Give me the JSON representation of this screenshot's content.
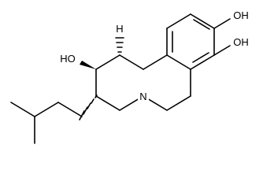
{
  "molecule": {
    "atom_labels": {
      "oh_top": "OH",
      "oh_right": "OH",
      "ho_left": "HO",
      "n": "N",
      "h": "H"
    },
    "stereo": {
      "c_oh": "wedge",
      "c_isobutyl": "hash",
      "c_h": "hash"
    },
    "colors": {
      "bond": "#000000",
      "background": "#ffffff"
    }
  }
}
